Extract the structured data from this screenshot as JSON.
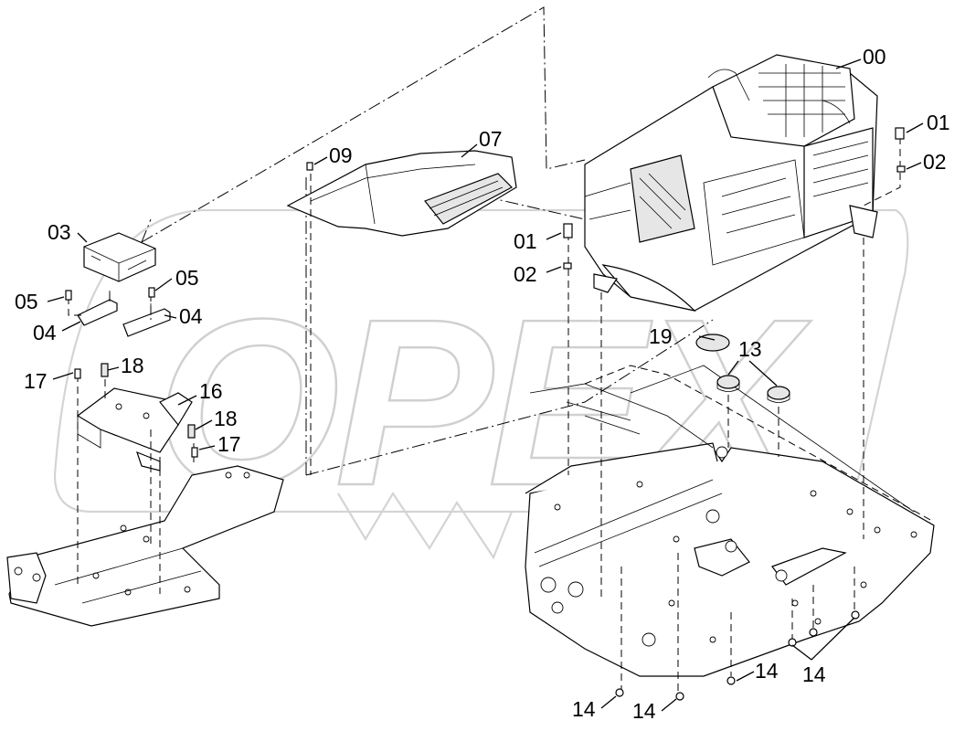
{
  "watermark": "OPEX",
  "callouts": {
    "c00": "00",
    "c01a": "01",
    "c01b": "01",
    "c02a": "02",
    "c02b": "02",
    "c03": "03",
    "c04a": "04",
    "c04b": "04",
    "c05a": "05",
    "c05b": "05",
    "c07": "07",
    "c09": "09",
    "c13": "13",
    "c14a": "14",
    "c14b": "14",
    "c14c": "14",
    "c14d": "14",
    "c16": "16",
    "c17a": "17",
    "c17b": "17",
    "c18a": "18",
    "c18b": "18",
    "c19": "19"
  }
}
